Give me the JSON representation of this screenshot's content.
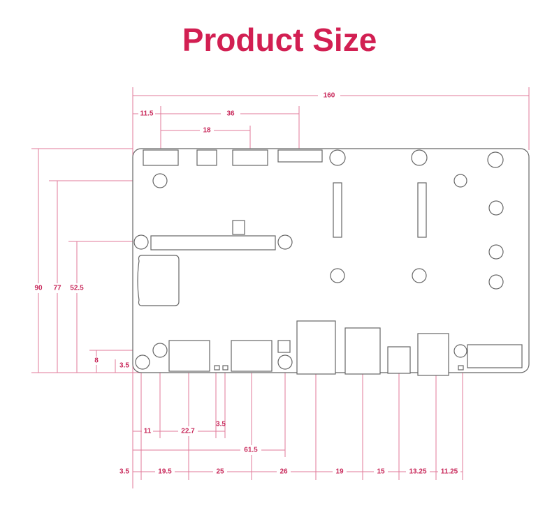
{
  "title": "Product Size",
  "colors": {
    "title": "#d21f52",
    "dimension": "#e07a9a",
    "outline": "#666666"
  },
  "top_dims": {
    "overall_width": "160",
    "a": "11.5",
    "b": "36",
    "c": "18"
  },
  "left_dims": {
    "overall_height": "90",
    "h77": "77",
    "h52": "52.5",
    "h8": "8",
    "h3": "3.5"
  },
  "mid_dims": {
    "d11": "11",
    "d22": "22.7",
    "d35": "3.5",
    "d61": "61.5"
  },
  "bottom_dims": [
    "3.5",
    "19.5",
    "25",
    "26",
    "19",
    "15",
    "13.25",
    "11.25"
  ]
}
